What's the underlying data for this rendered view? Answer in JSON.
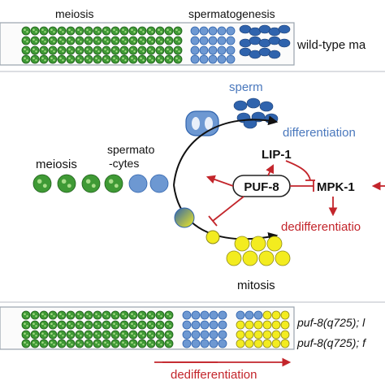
{
  "top_panel": {
    "label_meiosis": "meiosis",
    "label_spermatogenesis": "spermatogenesis",
    "label_right": "wild-type ma"
  },
  "middle_panel": {
    "label_sperm": "sperm",
    "label_differentiation": "differentiation",
    "label_lip1": "LIP-1",
    "label_meiosis": "meiosis",
    "label_spermatocytes_line1": "spermato",
    "label_spermatocytes_line2": "-cytes",
    "label_puf8": "PUF-8",
    "label_mpk1": "MPK-1",
    "label_dedifferentiation": "dedifferentiatio",
    "label_mitosis": "mitosis"
  },
  "bottom_panel": {
    "label_genotype1": "puf-8(q725); l",
    "label_genotype2": "puf-8(q725); f",
    "label_dedifferentiation": "dedifferentiation"
  },
  "colors": {
    "meiosis_green": "#3f9a35",
    "meiosis_dark": "#1e5e1a",
    "spermatocyte_blue": "#6d98d2",
    "sperm_blue": "#2f63ad",
    "mitosis_yellow": "#f3ec1f",
    "inhibit_red": "#c3252b",
    "diff_text_blue": "#4a78bd",
    "panel_border": "#9aa3ad"
  }
}
